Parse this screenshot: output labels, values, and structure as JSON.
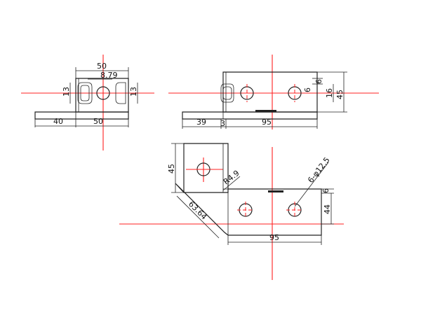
{
  "colors": {
    "centerline": "#ff2020",
    "line": "#222222",
    "background": "#ffffff"
  },
  "views": {
    "left": {
      "dims": {
        "width_top": "50",
        "slot": "8.79",
        "left_13": "13",
        "right_13": "13",
        "base_left": "40",
        "base_right": "50"
      }
    },
    "front": {
      "dims": {
        "d39": "39",
        "d3": "3",
        "d95": "95",
        "d6": "6",
        "d16": "16",
        "d45": "45",
        "d6b": "6"
      }
    },
    "top": {
      "dims": {
        "d45": "45",
        "r49": "R4.9",
        "holes": "6-φ12.5",
        "d6": "6",
        "d44": "44",
        "d63": "63.64",
        "d95": "95"
      }
    }
  }
}
